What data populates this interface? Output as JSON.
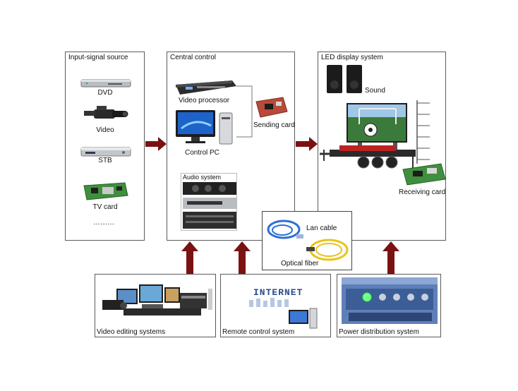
{
  "input_source": {
    "title": "Input-signal source",
    "items": [
      "DVD",
      "Video",
      "STB",
      "TV card",
      "………"
    ]
  },
  "central_control": {
    "title": "Central control",
    "video_processor": "Video processor",
    "sending_card": "Sending card",
    "control_pc": "Control PC",
    "audio_system": "Audio system"
  },
  "led_display": {
    "title": "LED display system",
    "sound": "Sound",
    "receiving_card": "Receiving card"
  },
  "media": {
    "lan_cable": "Lan cable",
    "optical_fiber": "Optical fiber"
  },
  "bottom": {
    "video_editing": "Video editing systems",
    "internet": "INTERNET",
    "remote_control": "Remote control system",
    "power_distribution": "Power distribution system"
  },
  "colors": {
    "arrow": "#7a1212",
    "border": "#5a5a5a"
  }
}
